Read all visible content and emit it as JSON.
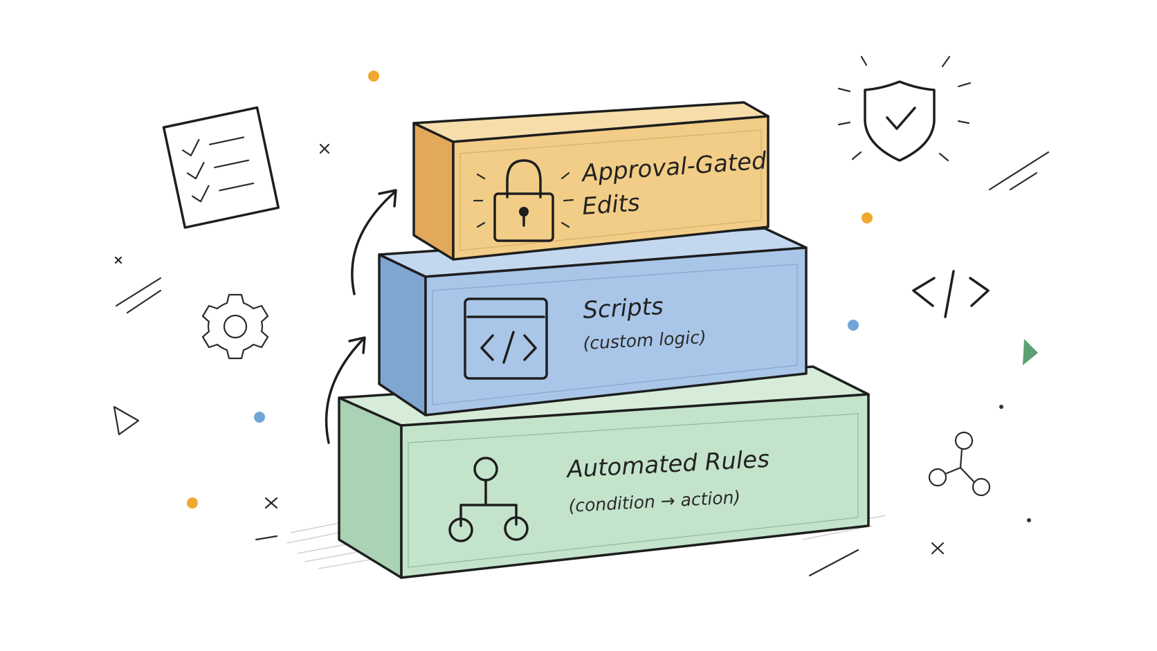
{
  "diagram": {
    "blocks": [
      {
        "id": "approval",
        "title_line1": "Approval-Gated",
        "title_line2": "Edits",
        "icon": "lock-icon",
        "color": "#f2cd87"
      },
      {
        "id": "scripts",
        "title": "Scripts",
        "subtitle": "(custom logic)",
        "icon": "code-window-icon",
        "color": "#a9c6e8"
      },
      {
        "id": "rules",
        "title": "Automated Rules",
        "subtitle": "(condition → action)",
        "icon": "flow-tree-icon",
        "color": "#c4e3cb"
      }
    ],
    "decorations": {
      "icons": [
        "checklist-icon",
        "gear-icon",
        "triangle-icon",
        "shield-check-icon",
        "code-brackets-icon",
        "network-nodes-icon",
        "green-triangle-icon",
        "up-arrow-icon"
      ],
      "accent_colors": {
        "orange": "#f0a830",
        "blue": "#6fa6d6",
        "green": "#3e8e5a"
      }
    }
  }
}
